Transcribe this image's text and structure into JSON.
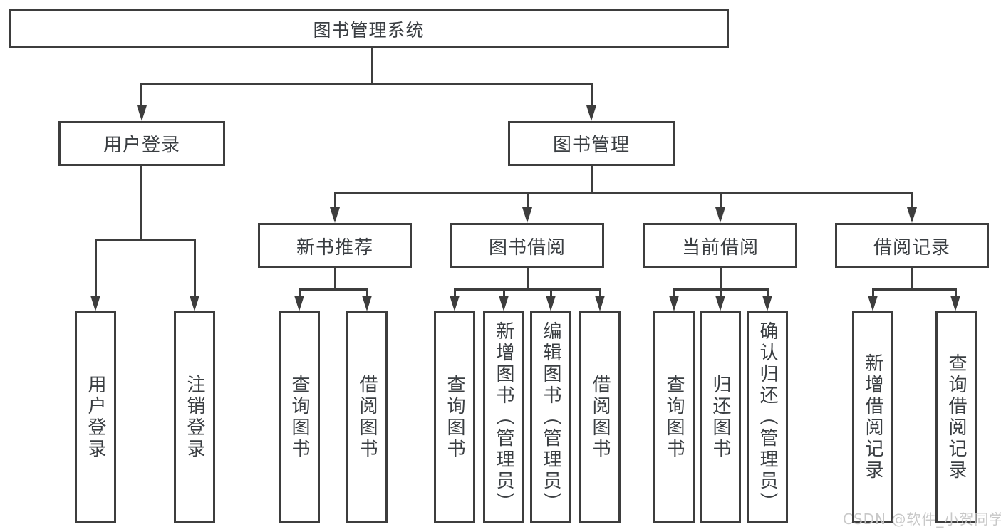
{
  "diagram_type": "hierarchy-tree",
  "colors": {
    "line": "#3d3d3d",
    "box_border": "#3d3d3d",
    "box_fill": "#ffffff",
    "text": "#3a3e42",
    "watermark": "#c6c6c6",
    "background": "#ffffff"
  },
  "watermark": {
    "text": "CSDN @软件_小贺同学"
  },
  "tree": {
    "label": "图书管理系统",
    "children": [
      {
        "label": "用户登录",
        "children": [
          {
            "label": "用户登录"
          },
          {
            "label": "注销登录"
          }
        ]
      },
      {
        "label": "图书管理",
        "children": [
          {
            "label": "新书推荐",
            "children": [
              {
                "label": "查询图书"
              },
              {
                "label": "借阅图书"
              }
            ]
          },
          {
            "label": "图书借阅",
            "children": [
              {
                "label": "查询图书"
              },
              {
                "label": "新增图书（管理员）"
              },
              {
                "label": "编辑图书（管理员）"
              },
              {
                "label": "借阅图书"
              }
            ]
          },
          {
            "label": "当前借阅",
            "children": [
              {
                "label": "查询图书"
              },
              {
                "label": "归还图书"
              },
              {
                "label": "确认归还（管理员）"
              }
            ]
          },
          {
            "label": "借阅记录",
            "children": [
              {
                "label": "新增借阅记录"
              },
              {
                "label": "查询借阅记录"
              }
            ]
          }
        ]
      }
    ]
  }
}
